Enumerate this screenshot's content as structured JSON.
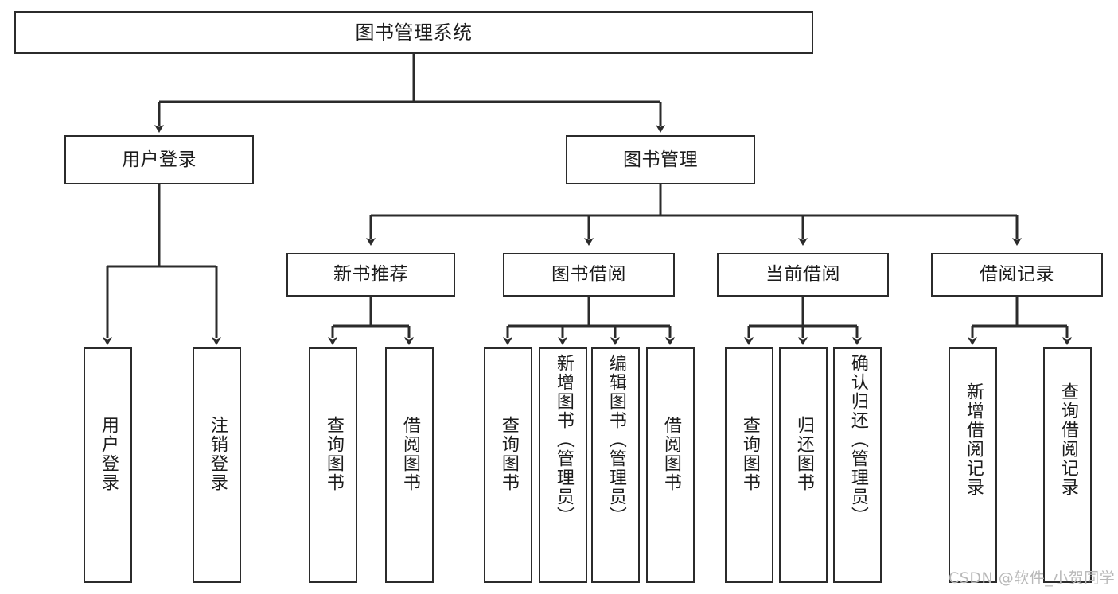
{
  "diagram": {
    "title": "图书管理系统",
    "type": "hierarchy-tree",
    "watermark": "CSDN @软件_小贺同学",
    "colors": {
      "stroke": "#2b2b2b",
      "fill": "#ffffff",
      "text": "#1c1c1c",
      "watermark": "#b9b9b9"
    },
    "nodes": {
      "root": {
        "label": "图书管理系统"
      },
      "level2": [
        {
          "label": "用户登录"
        },
        {
          "label": "图书管理"
        }
      ],
      "level3": [
        {
          "label": "新书推荐"
        },
        {
          "label": "图书借阅"
        },
        {
          "label": "当前借阅"
        },
        {
          "label": "借阅记录"
        }
      ],
      "leaves": {
        "user_login": [
          {
            "label": "用户登录"
          },
          {
            "label": "注销登录"
          }
        ],
        "new_book": [
          {
            "label": "查询图书"
          },
          {
            "label": "借阅图书"
          }
        ],
        "book_borrow": [
          {
            "label": "查询图书"
          },
          {
            "label": "新增图书（管理员）"
          },
          {
            "label": "编辑图书（管理员）"
          },
          {
            "label": "借阅图书"
          }
        ],
        "current_borrow": [
          {
            "label": "查询图书"
          },
          {
            "label": "归还图书"
          },
          {
            "label": "确认归还（管理员）"
          }
        ],
        "borrow_record": [
          {
            "label": "新增借阅记录"
          },
          {
            "label": "查询借阅记录"
          }
        ]
      }
    }
  }
}
